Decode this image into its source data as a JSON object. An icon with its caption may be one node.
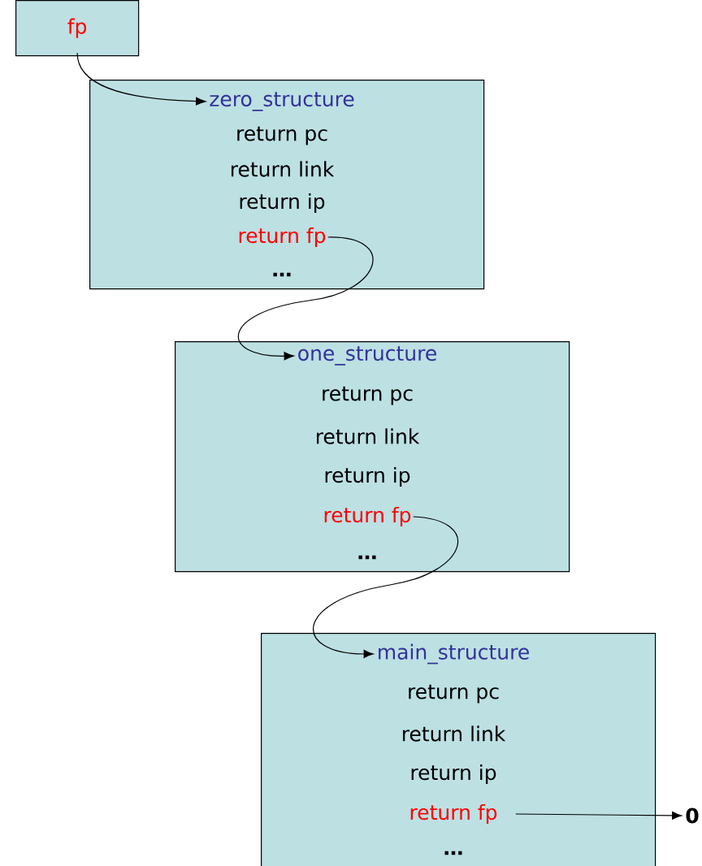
{
  "diagram": {
    "nodes": [
      {
        "text": [
          "fp"
        ]
      },
      {
        "text": [],
        "shape": "box"
      },
      {
        "text": [
          "zero_structure"
        ],
        "in": 1
      },
      {
        "text": [
          "return pc"
        ],
        "in": 1
      },
      {
        "text": [
          "return link"
        ],
        "in": 1
      },
      {
        "text": [
          "return ip"
        ],
        "in": 1
      },
      {
        "text": [
          "return fp"
        ],
        "in": 1
      },
      {
        "text": [
          "…"
        ],
        "in": 1
      },
      {
        "text": [],
        "shape": "box"
      },
      {
        "text": [
          "one_structure"
        ],
        "in": 8
      },
      {
        "text": [
          "return pc"
        ],
        "in": 8
      },
      {
        "text": [
          "return link"
        ],
        "in": 8
      },
      {
        "text": [
          "return ip"
        ],
        "in": 8
      },
      {
        "text": [
          "return fp"
        ],
        "in": 8
      },
      {
        "text": [
          "…"
        ],
        "in": 8
      },
      {
        "text": [],
        "shape": "box"
      },
      {
        "text": [
          "main_structure"
        ],
        "in": 15
      },
      {
        "text": [
          "return pc"
        ],
        "in": 15
      },
      {
        "text": [
          "return link"
        ],
        "in": 15
      },
      {
        "text": [
          "return ip"
        ],
        "in": 15
      },
      {
        "text": [
          "return fp"
        ],
        "in": 15
      },
      {
        "text": [
          "…"
        ],
        "in": 15
      },
      {
        "text": [
          "0"
        ]
      }
    ],
    "edges": [
      {
        "from": 0,
        "to": 2,
        "arrow": "to"
      },
      {
        "from": 6,
        "to": 9,
        "arrow": "to"
      },
      {
        "from": 13,
        "to": 16,
        "arrow": "to"
      },
      {
        "from": 20,
        "to": 22,
        "arrow": "to"
      }
    ]
  }
}
